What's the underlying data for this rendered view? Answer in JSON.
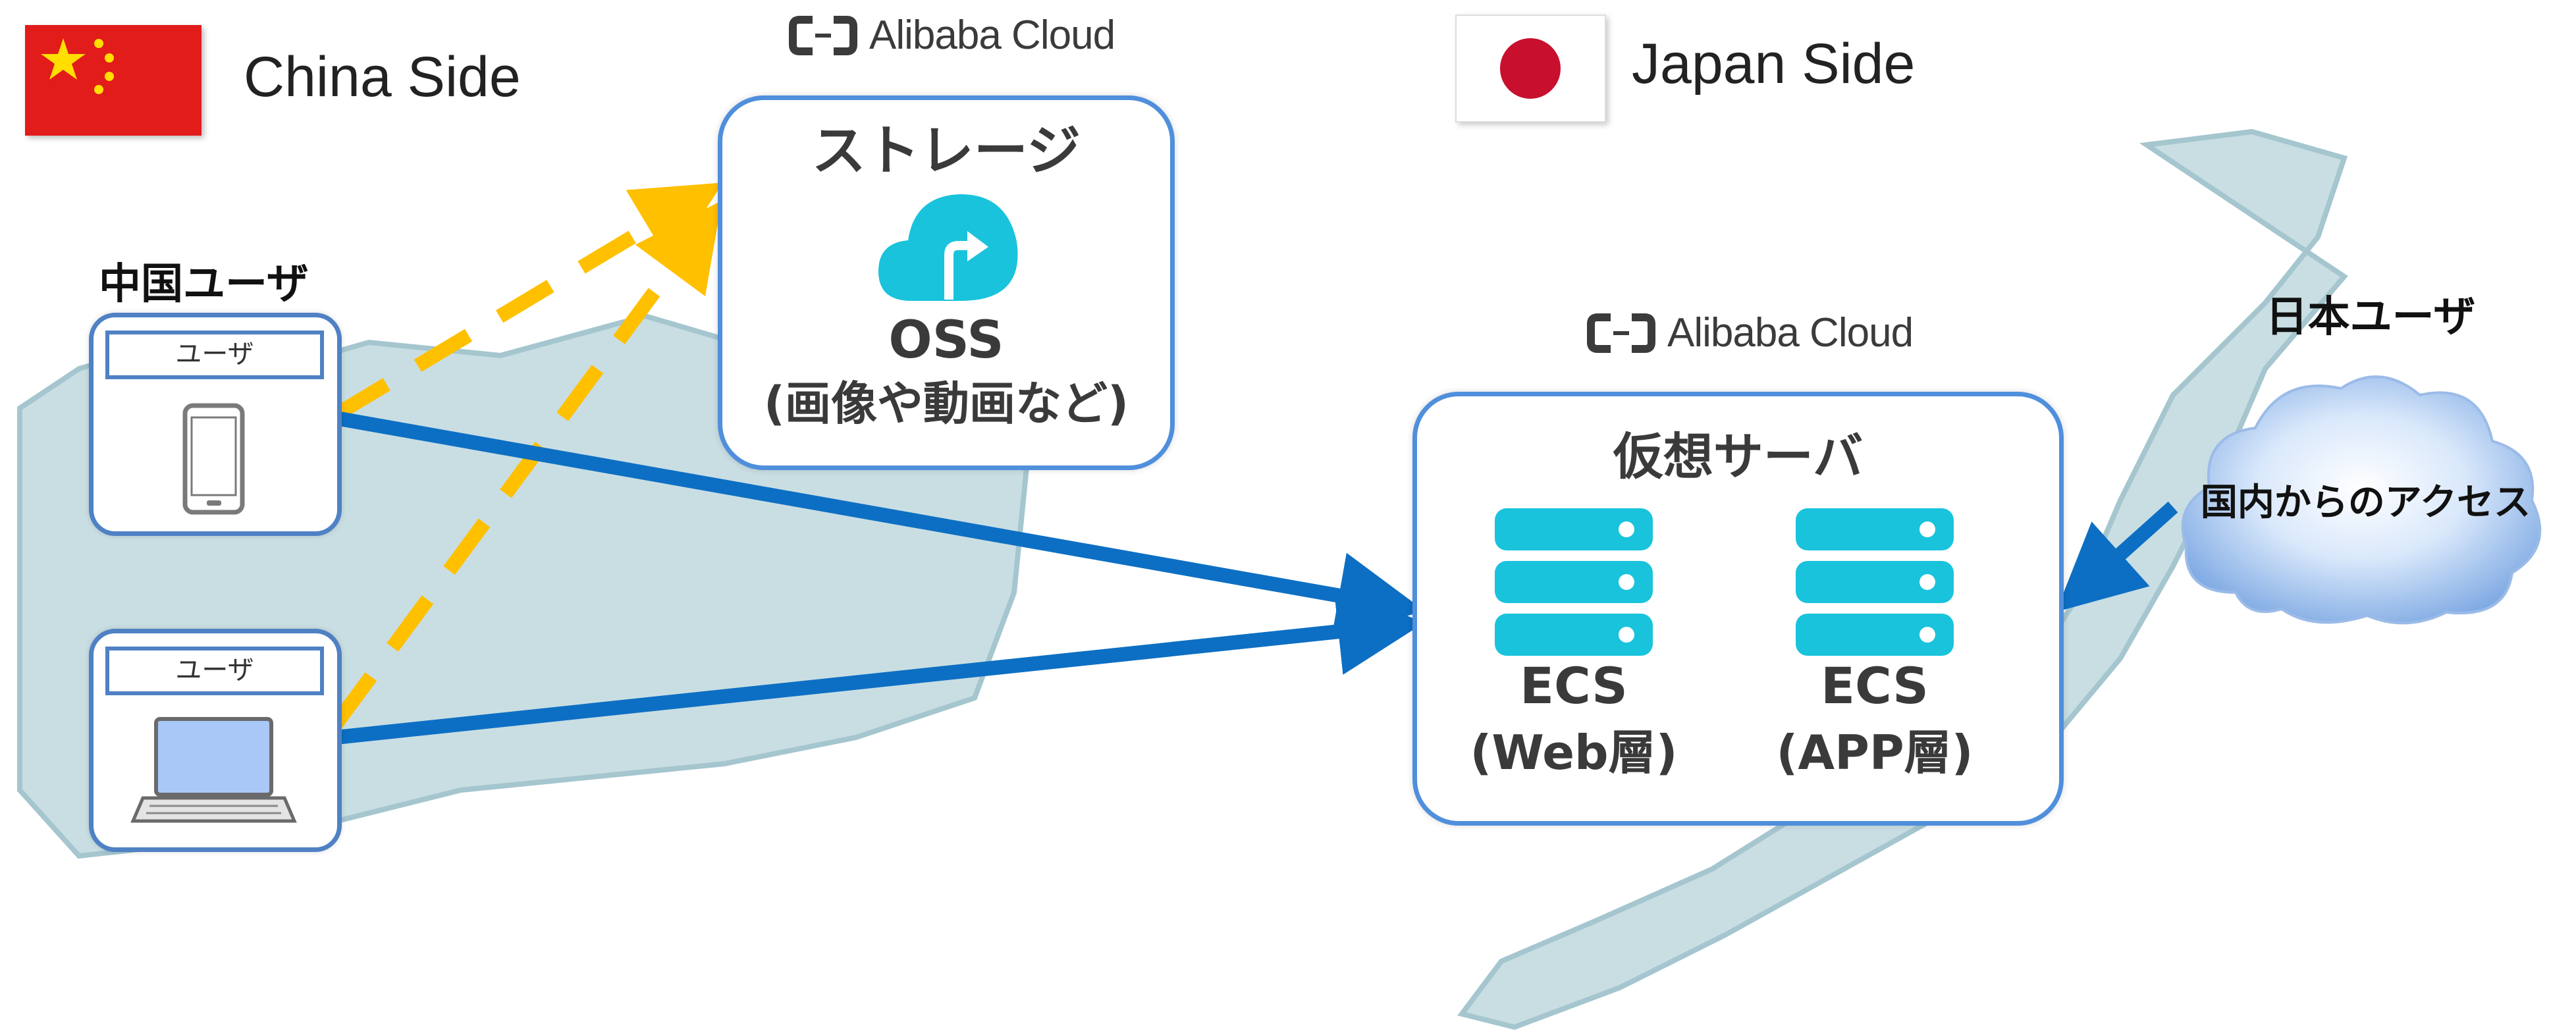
{
  "china_side": {
    "label": "China Side"
  },
  "japan_side": {
    "label": "Japan Side"
  },
  "brand": {
    "name": "Alibaba Cloud"
  },
  "storage": {
    "title": "ストレージ",
    "service": "OSS",
    "detail": "(画像や動画など)"
  },
  "virtual_server": {
    "title": "仮想サーバ",
    "servers": [
      {
        "name": "ECS",
        "role": "(Web層)"
      },
      {
        "name": "ECS",
        "role": "(APP層)"
      }
    ]
  },
  "china_users": {
    "title": "中国ユーザ",
    "devices": [
      {
        "label": "ユーザ",
        "icon": "smartphone-icon"
      },
      {
        "label": "ユーザ",
        "icon": "laptop-icon"
      }
    ]
  },
  "japan_users": {
    "title": "日本ユーザ",
    "access": "国内からのアクセス"
  },
  "colors": {
    "box_border": "#4f8fdc",
    "arrow_blue": "#0d6fc3",
    "arrow_orange": "#ffc000",
    "server_cyan": "#19c3dc"
  }
}
